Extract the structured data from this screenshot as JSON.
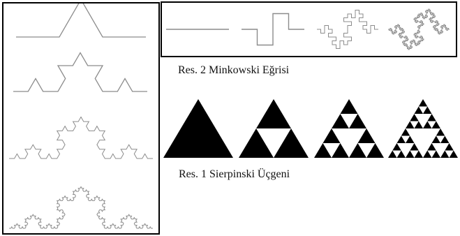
{
  "figures": {
    "koch": {
      "levels": [
        1,
        2,
        3,
        4
      ],
      "stroke": "#8c8c8c"
    },
    "minkowski": {
      "levels": [
        0,
        1,
        2,
        3
      ],
      "stroke": "#8c8c8c"
    },
    "sierpinski": {
      "levels": [
        0,
        1,
        2,
        3
      ],
      "fill": "#000000"
    }
  },
  "captions": {
    "minkowski": "Res. 2  Minkowski Eğrisi",
    "sierpinski": "Res. 1  Sierpinski Üçgeni"
  }
}
